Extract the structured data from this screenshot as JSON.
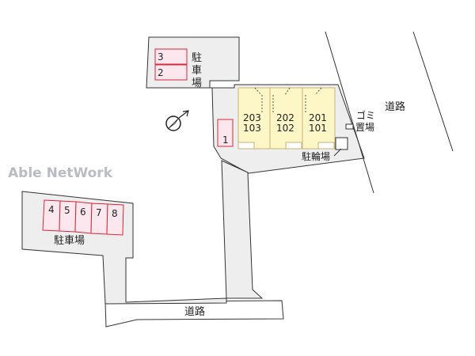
{
  "watermark": "Able NetWork",
  "labels": {
    "parking_top": [
      "駐",
      "車",
      "場"
    ],
    "parking_left": "駐車場",
    "road_right": "道路",
    "road_bottom": "道路",
    "bicycle_parking": "駐輪場",
    "garbage_place": [
      "ゴミ",
      "置場"
    ]
  },
  "parking_spaces": {
    "top": [
      "3",
      "2"
    ],
    "single": "1",
    "left": [
      "4",
      "5",
      "6",
      "7",
      "8"
    ]
  },
  "building_units": [
    {
      "upper": "203",
      "lower": "103"
    },
    {
      "upper": "202",
      "lower": "102"
    },
    {
      "upper": "201",
      "lower": "101"
    }
  ],
  "colors": {
    "lot_fill": "#eeeeee",
    "lot_stroke": "#333333",
    "parking_fill": "#fde7ee",
    "parking_stroke": "#d8283b",
    "building_fill": "#fdf6c6",
    "building_stroke": "#c9b27a",
    "watermark": "#b9bcc2"
  },
  "icons": [
    "north-arrow-icon"
  ]
}
